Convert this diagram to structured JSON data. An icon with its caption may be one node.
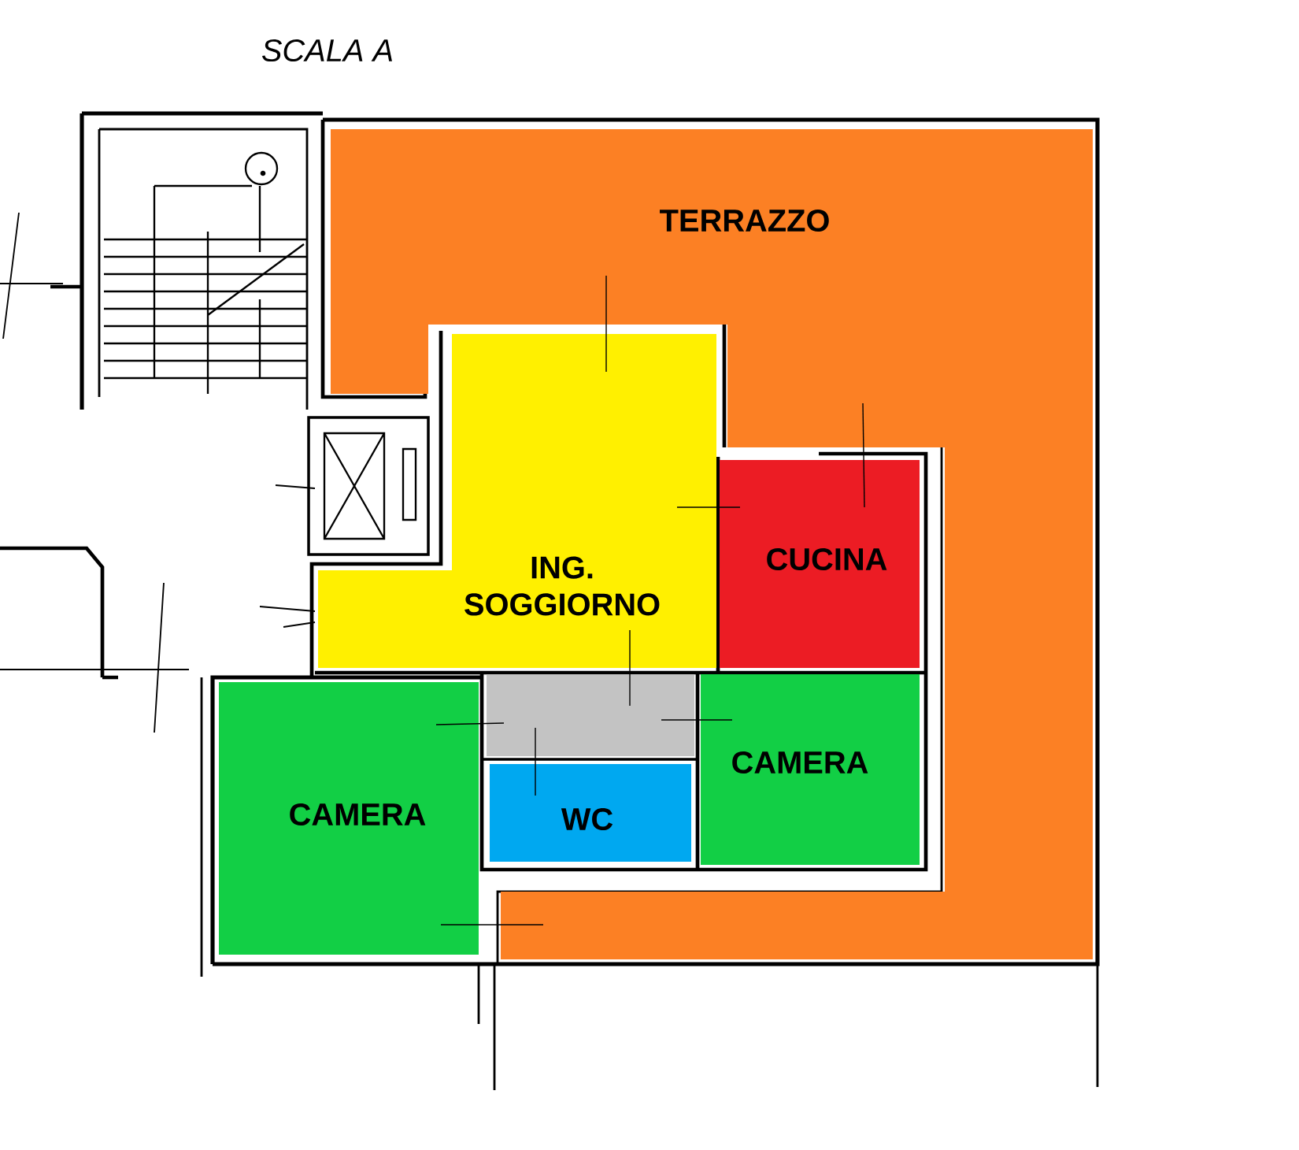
{
  "diagram": {
    "nodes": [
      {
        "text": [
          "TERRAZZO"
        ]
      },
      {
        "text": [
          "ING. SOGGIORNO"
        ]
      },
      {
        "text": [
          "CUCINA"
        ]
      },
      {
        "text": [],
        "shape": "box"
      },
      {
        "text": [
          "CAMERA"
        ]
      },
      {
        "text": [
          "CAMERA"
        ]
      },
      {
        "text": [
          "WC"
        ]
      }
    ],
    "labels": [
      "SCALA A"
    ]
  }
}
